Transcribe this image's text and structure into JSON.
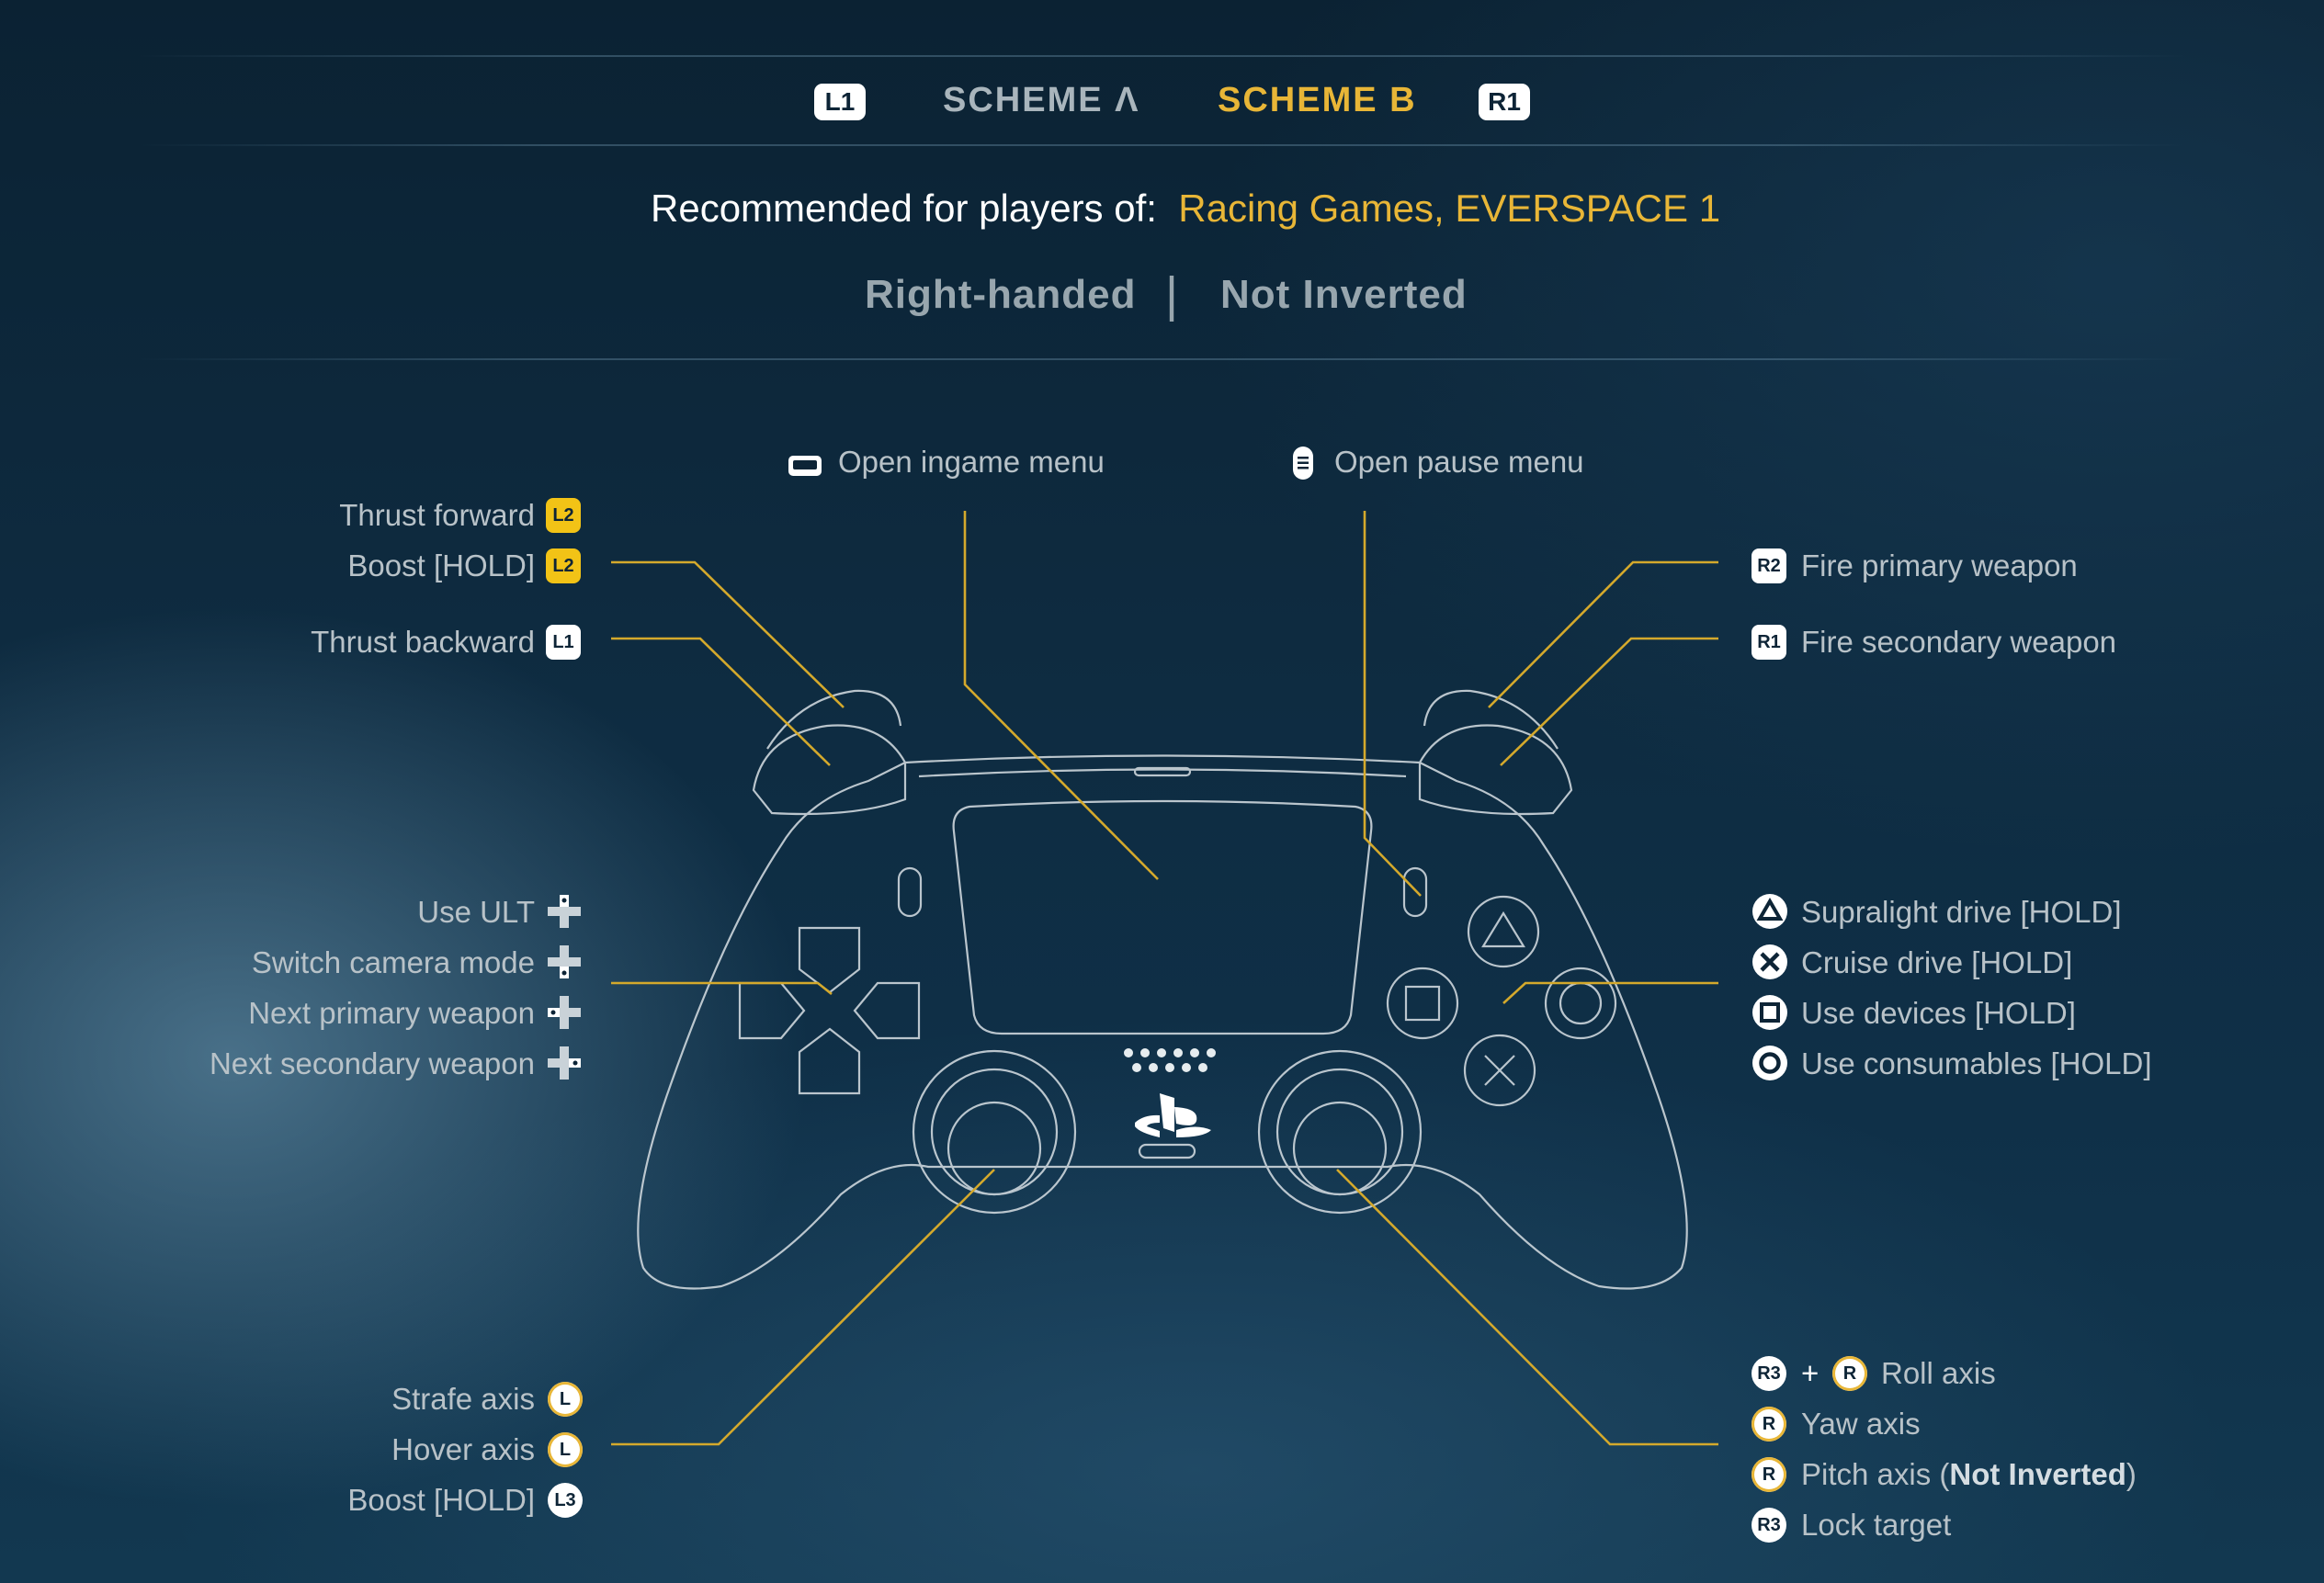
{
  "tabs": {
    "prev_button": "L1",
    "next_button": "R1",
    "scheme_a": "SCHEME Λ",
    "scheme_b": "SCHEME B"
  },
  "recommendation": {
    "prefix": "Recommended for players of:",
    "games": "Racing Games, EVERSPACE 1"
  },
  "settings": {
    "handedness": "Right-handed",
    "separator": "|",
    "inversion": "Not Inverted"
  },
  "top_labels": {
    "ingame_menu": "Open ingame menu",
    "pause_menu": "Open pause menu"
  },
  "left_triggers": [
    {
      "label": "Thrust forward",
      "button": "L2"
    },
    {
      "label": "Boost [HOLD]",
      "button": "L2"
    },
    {
      "label": "Thrust backward",
      "button": "L1"
    }
  ],
  "dpad": [
    {
      "label": "Use ULT",
      "icon": "dpad-up-icon"
    },
    {
      "label": "Switch camera mode",
      "icon": "dpad-down-icon"
    },
    {
      "label": "Next primary weapon",
      "icon": "dpad-left-icon"
    },
    {
      "label": "Next secondary weapon",
      "icon": "dpad-right-icon"
    }
  ],
  "left_stick": [
    {
      "label": "Strafe axis",
      "button": "L"
    },
    {
      "label": "Hover axis",
      "button": "L"
    },
    {
      "label": "Boost [HOLD]",
      "button": "L3"
    }
  ],
  "right_triggers": [
    {
      "label": "Fire primary weapon",
      "button": "R2"
    },
    {
      "label": "Fire secondary weapon",
      "button": "R1"
    }
  ],
  "face_buttons": [
    {
      "label": "Supralight drive [HOLD]",
      "icon": "triangle-icon"
    },
    {
      "label": "Cruise drive [HOLD]",
      "icon": "cross-icon"
    },
    {
      "label": "Use devices [HOLD]",
      "icon": "square-icon"
    },
    {
      "label": "Use consumables [HOLD]",
      "icon": "circle-icon"
    }
  ],
  "right_stick": {
    "roll": {
      "button_a": "R3",
      "plus": "+",
      "button_b": "R",
      "label": "Roll axis"
    },
    "yaw": {
      "button": "R",
      "label": "Yaw axis"
    },
    "pitch": {
      "button": "R",
      "label_prefix": "Pitch axis (",
      "label_strong": "Not Inverted",
      "label_suffix": ")"
    },
    "lock": {
      "button": "R3",
      "label": "Lock target"
    }
  },
  "colors": {
    "accent": "#e8b637",
    "inactive_tab": "#a9b5bc",
    "label": "#b8c2c8"
  }
}
